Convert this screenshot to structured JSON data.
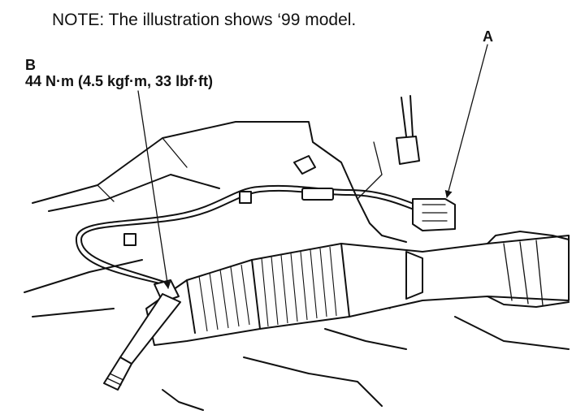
{
  "note": "NOTE: The illustration shows ‘99 model.",
  "callouts": {
    "a": "A",
    "b": "B",
    "b_spec": "44 N·m (4.5 kgf·m, 33 lbf·ft)"
  }
}
